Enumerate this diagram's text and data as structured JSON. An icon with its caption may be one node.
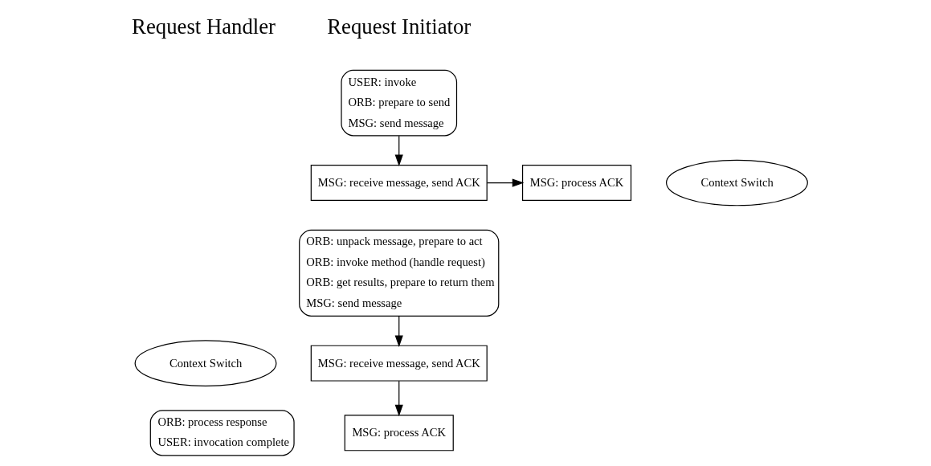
{
  "diagram": {
    "nodes": [
      {
        "text": [
          "USER: invoke",
          "ORB: prepare to send",
          "MSG: send message"
        ]
      },
      {
        "text": [
          "MSG: receive message, send ACK"
        ]
      },
      {
        "text": [
          "MSG: process ACK"
        ]
      },
      {
        "text": [
          "Context Switch"
        ]
      },
      {
        "text": [
          "ORB: unpack message, prepare to act",
          "ORB: invoke method (handle request)",
          "ORB: get results, prepare to return them",
          "MSG: send message"
        ]
      },
      {
        "text": [
          "MSG: receive message, send ACK"
        ]
      },
      {
        "text": [
          "Context Switch"
        ]
      },
      {
        "text": [
          "ORB: process response",
          "USER: invocation complete"
        ]
      },
      {
        "text": [
          "MSG: process ACK"
        ]
      }
    ],
    "edges": [
      {
        "from": 0,
        "to": 1,
        "arrow": "to"
      },
      {
        "from": 1,
        "to": 2,
        "arrow": "to"
      },
      {
        "from": 4,
        "to": 5,
        "arrow": "to"
      },
      {
        "from": 5,
        "to": 8,
        "arrow": "to"
      }
    ],
    "labels": [
      "Request Initiator",
      "Request Handler"
    ]
  }
}
